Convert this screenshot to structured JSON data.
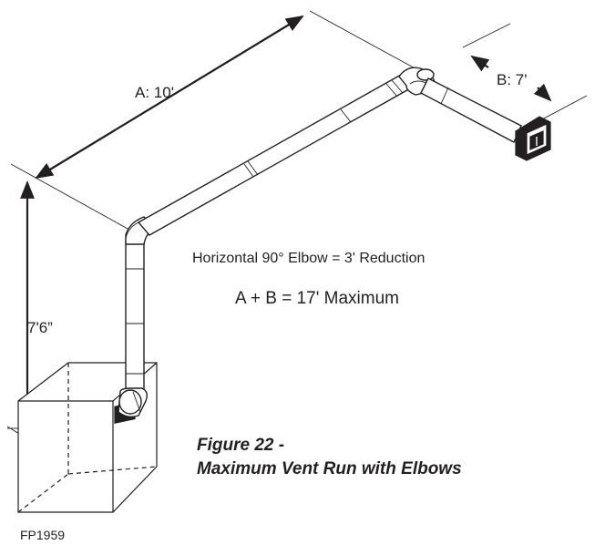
{
  "dimensions": {
    "a_run": "A: 10'",
    "b_run": "B: 7'",
    "vertical_rise": "7'6”"
  },
  "notes": {
    "elbow_reduction": "Horizontal 90° Elbow = 3' Reduction",
    "maximum": "A + B = 17' Maximum"
  },
  "figure": {
    "caption_line1": "Figure 22 -",
    "caption_line2": "Maximum Vent Run with Elbows"
  },
  "drawing_code": "FP1959"
}
